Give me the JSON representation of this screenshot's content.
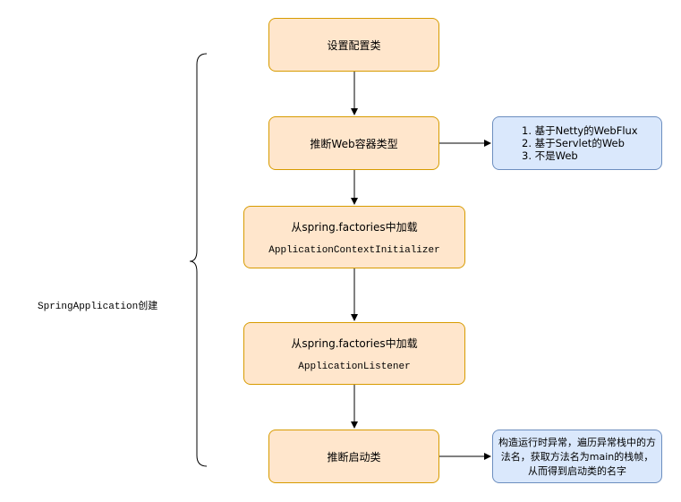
{
  "side_label": "SpringApplication创建",
  "steps": [
    {
      "label": "设置配置类"
    },
    {
      "label": "推断Web容器类型"
    },
    {
      "label": "从spring.factories中加载",
      "code": "ApplicationContextInitializer"
    },
    {
      "label": "从spring.factories中加载",
      "code": "ApplicationListener"
    },
    {
      "label": "推断启动类"
    }
  ],
  "notes": {
    "web_types": [
      "1. 基于Netty的WebFlux",
      "2. 基于Servlet的Web",
      "3. 不是Web"
    ],
    "main_class": "构造运行时异常，遍历异常栈中的方法名，获取方法名为main的栈帧，从而得到启动类的名字"
  },
  "colors": {
    "step_fill": "#ffe6cc",
    "step_border": "#d79b00",
    "note_fill": "#dae8fc",
    "note_border": "#6c8ebf"
  }
}
